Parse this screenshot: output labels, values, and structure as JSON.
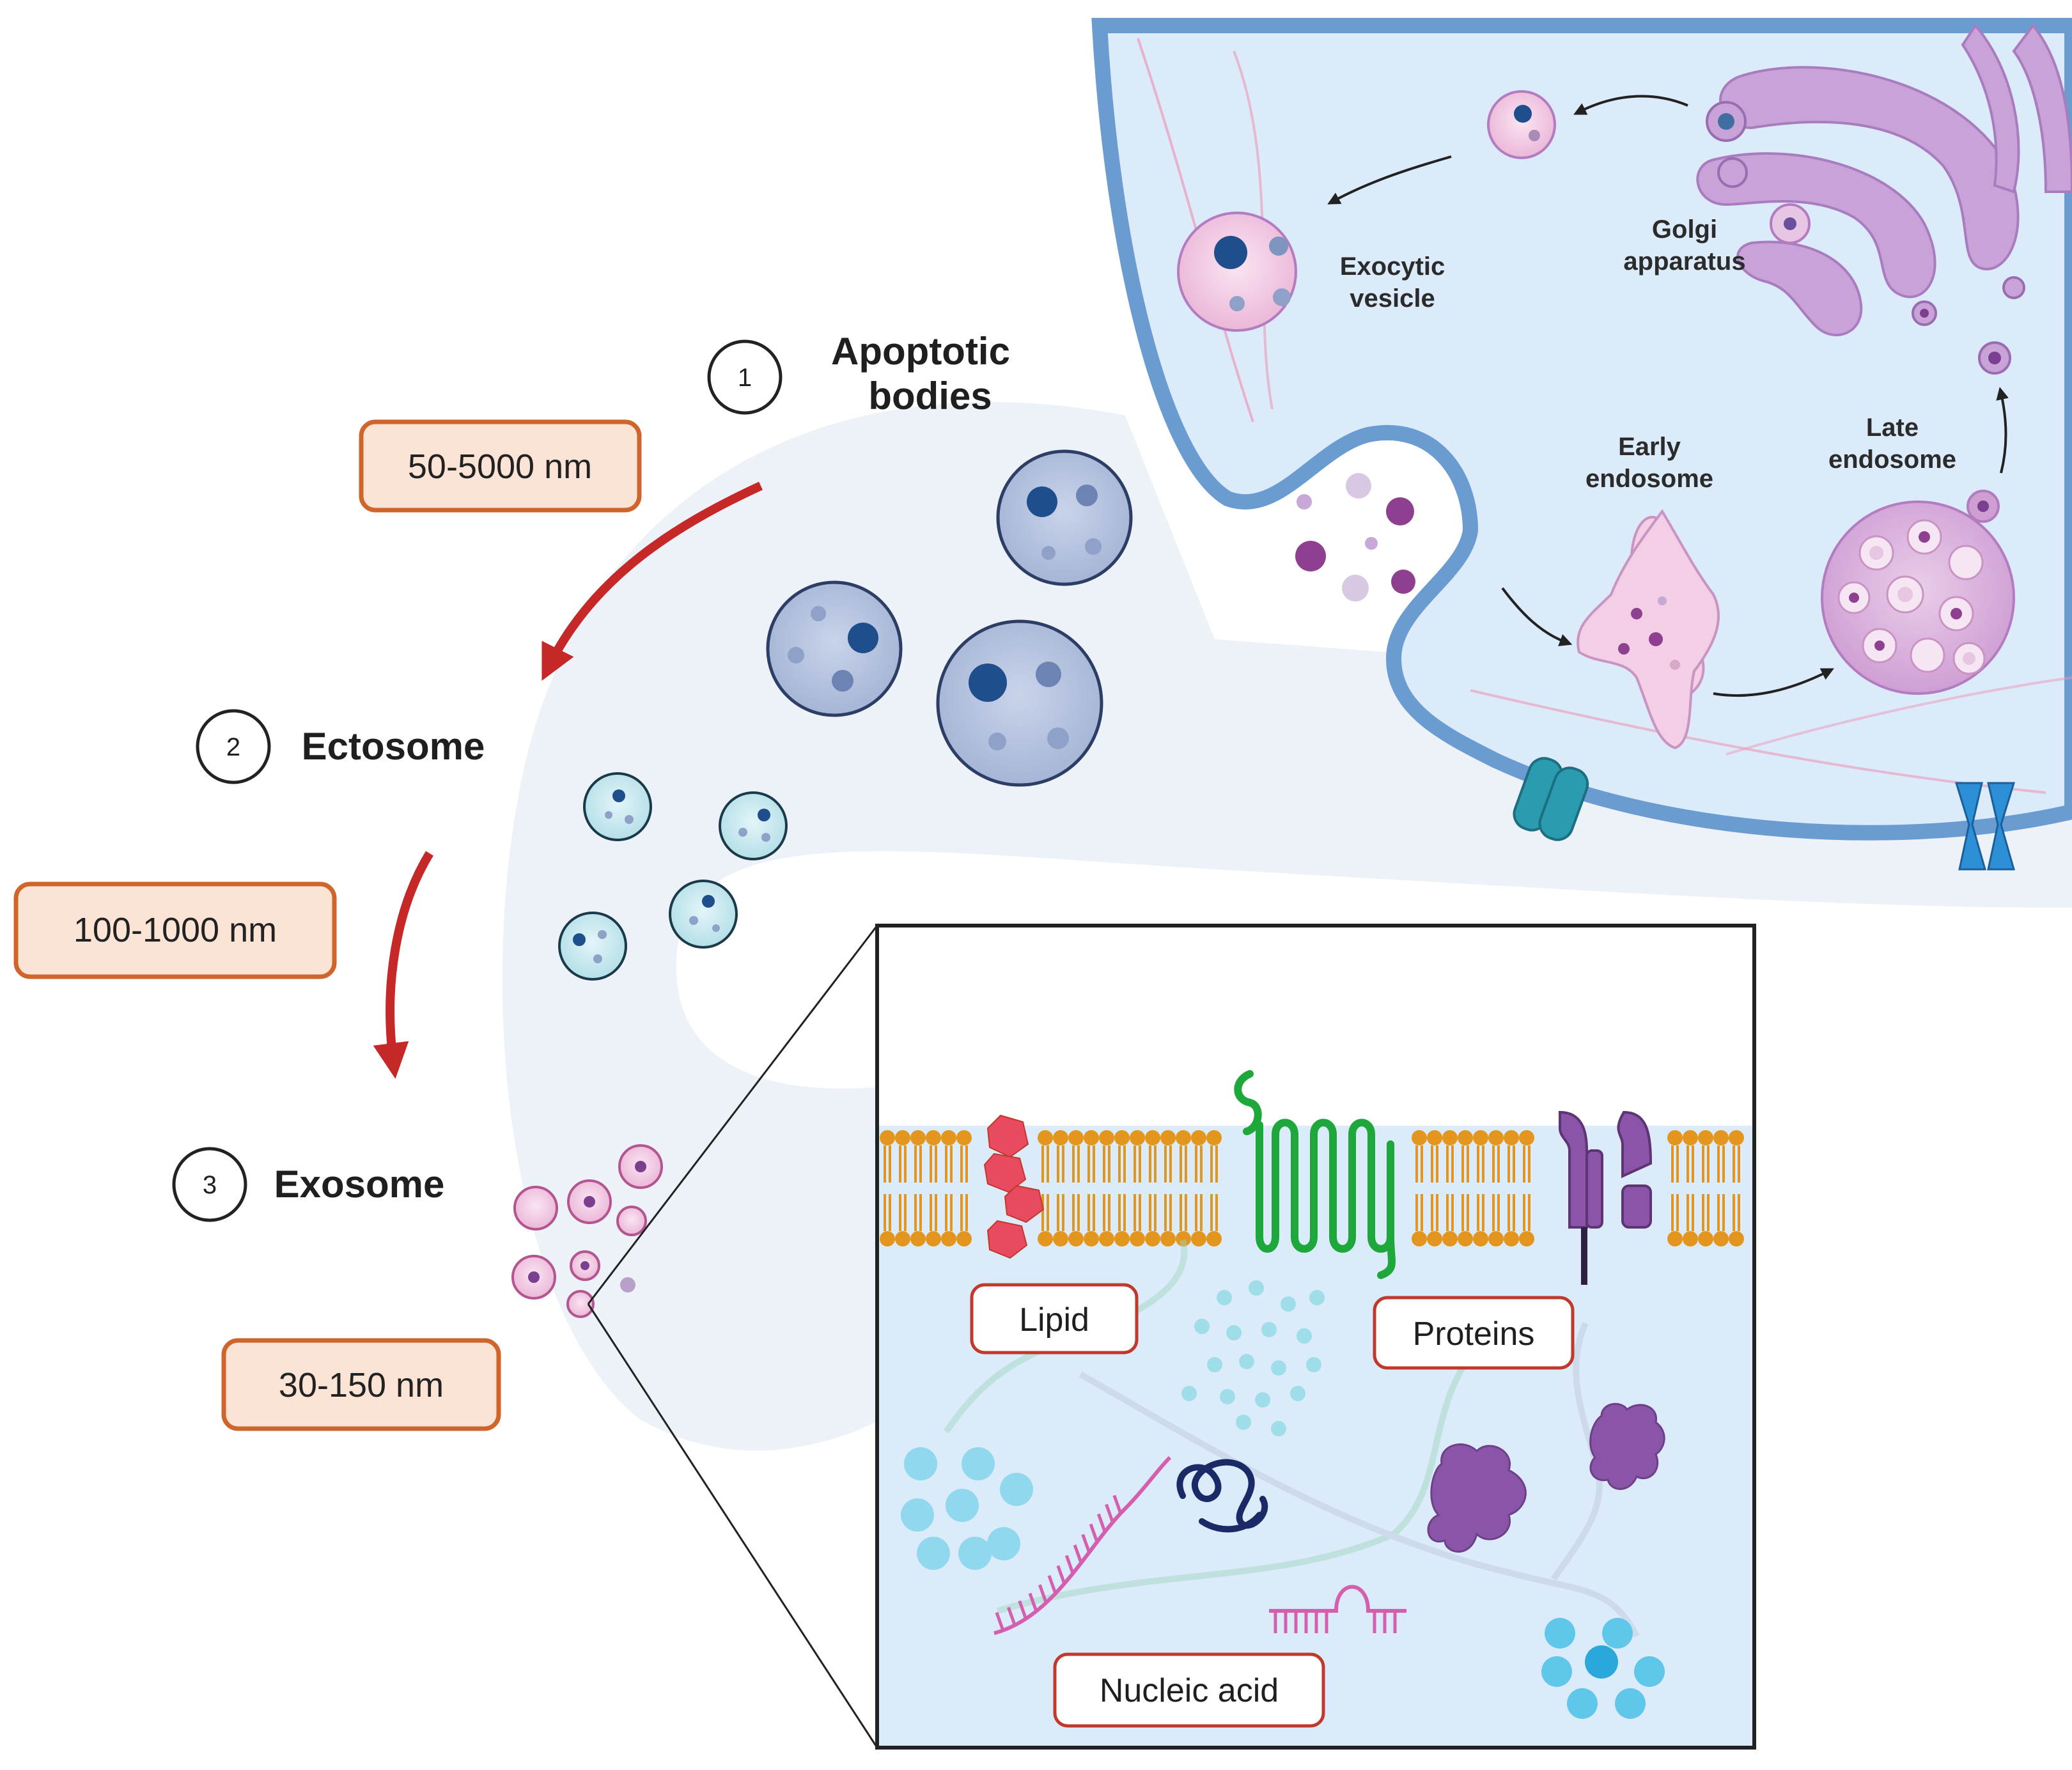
{
  "steps": [
    {
      "number": "1",
      "label_line1": "Apoptotic",
      "label_line2": "bodies",
      "size": "50-5000 nm"
    },
    {
      "number": "2",
      "label_line1": "Ectosome",
      "size": "100-1000 nm"
    },
    {
      "number": "3",
      "label_line1": "Exosome",
      "size": "30-150 nm"
    }
  ],
  "cell_labels": {
    "exocytic_vesicle": [
      "Exocytic",
      "vesicle"
    ],
    "golgi": [
      "Golgi",
      "apparatus"
    ],
    "early_endosome": [
      "Early",
      "endosome"
    ],
    "late_endosome": [
      "Late",
      "endosome"
    ]
  },
  "inset_labels": {
    "lipid": "Lipid",
    "proteins": "Proteins",
    "nucleic_acid": "Nucleic acid"
  },
  "colors": {
    "cell_fill": "#dcebfa",
    "membrane": "#6a9bd1",
    "size_box_border": "#d0652b",
    "size_box_fill": "#fbe3d6",
    "arrow_red": "#c62828",
    "apoptotic_fill": "#b9c6e0",
    "ectosome_fill": "#cdebf2",
    "exosome_fill": "#f3cde6",
    "golgi": "#c9a3d8",
    "lipid_orange": "#e3961e",
    "protein_green": "#1ea83c",
    "protein_purple": "#8a55a8",
    "inset_box_border": "#c0392b"
  }
}
